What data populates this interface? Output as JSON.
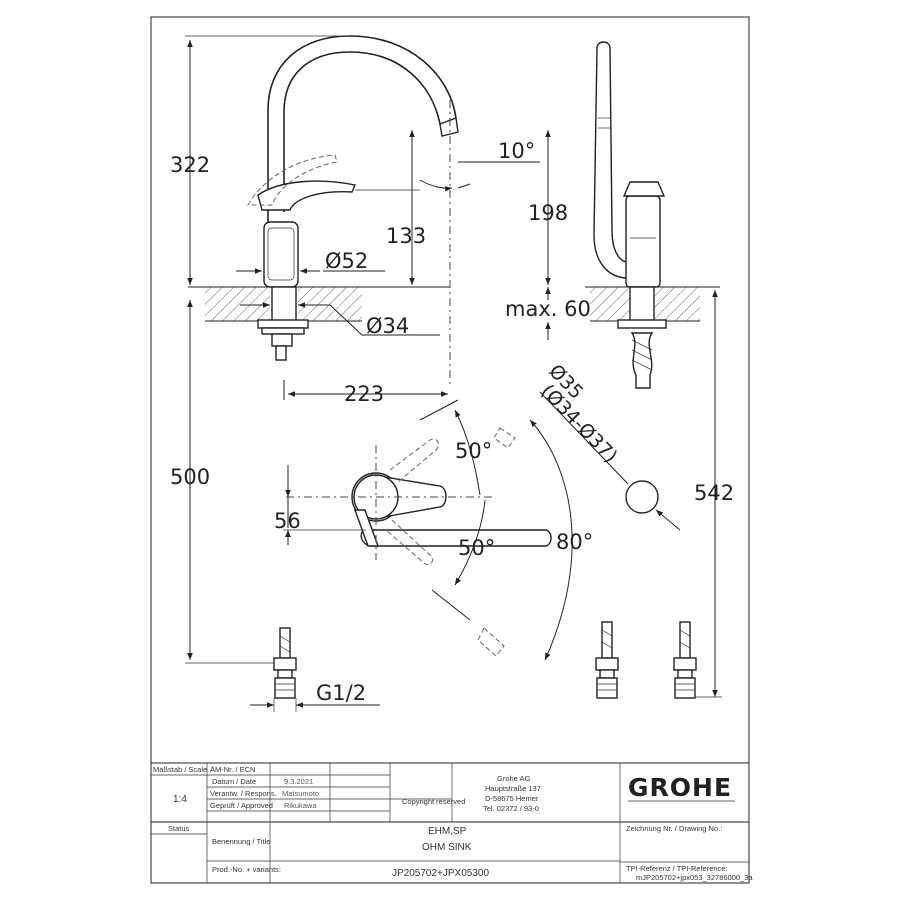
{
  "dimensions": {
    "total_height": "322",
    "spout_angle": "10°",
    "spout_height": "198",
    "lever_height": "133",
    "base_diameter": "Ø52",
    "mount_diameter": "Ø34",
    "max_thickness": "max. 60",
    "spout_reach": "223",
    "hole_diameter": "Ø35",
    "hole_range": "(Ø34-Ø37)",
    "lever_angle_top": "50°",
    "lever_angle_bottom": "50°",
    "swivel_angle": "80°",
    "lever_offset": "56",
    "hose_length": "500",
    "total_length": "542",
    "thread": "G1/2"
  },
  "title_block": {
    "scale_label": "Maßstab / Scale",
    "scale_value": "1:4",
    "ecn_label": "ÄM-Nr. / ECN",
    "date_label": "Datum / Date",
    "date_value": "9.3.2021",
    "responsible_label": "Verantw. / Respons.",
    "responsible_value": "Matsumoto",
    "approved_label": "Geprüft / Approved",
    "approved_value": "Rikukawa",
    "copyright": "Copyright reserved",
    "company_name": "Grohe AG",
    "company_street": "Hauptstraße 137",
    "company_city": "D-58675 Hemer",
    "company_phone": "Tel. 02372 / 93-0",
    "logo": "GROHE",
    "status_label": "Status",
    "title_label": "Benennung / Title",
    "title_line1": "EHM,SP",
    "title_line2": "OHM SINK",
    "drawing_no_label": "Zeichnung Nr. / Drawing No.:",
    "tpi_label": "TPI-Referenz / TPI-Reference:",
    "tpi_value": "mJP205702+jpx053_32786000_3a",
    "prod_label": "Prod.-No. + variants:",
    "prod_value": "JP205702+JPX05300"
  }
}
